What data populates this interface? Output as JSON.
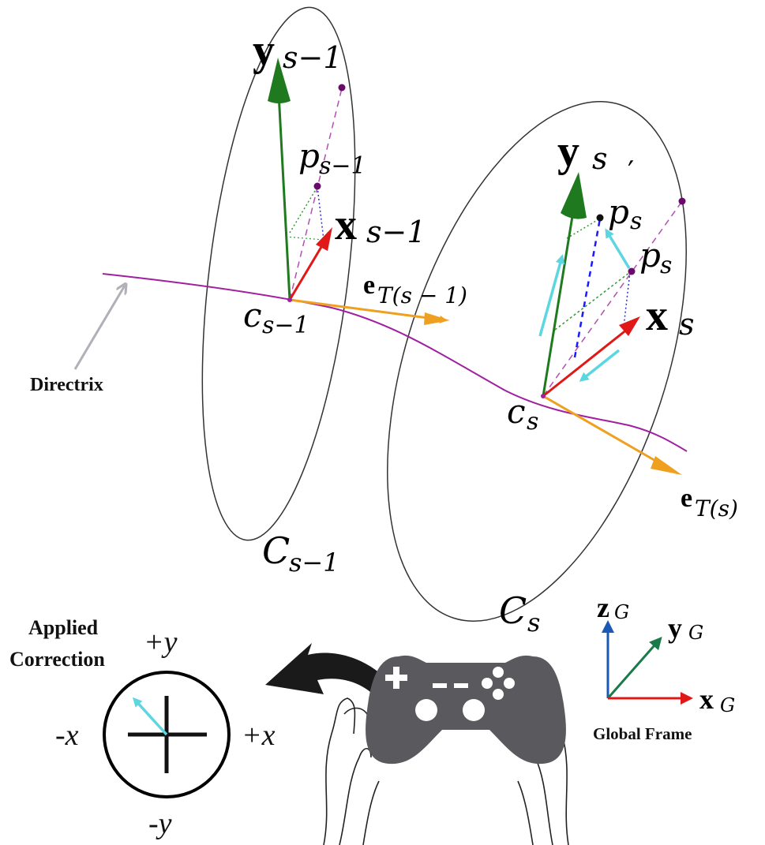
{
  "labels": {
    "y_prev": {
      "main": "y",
      "sub": "s−1"
    },
    "x_prev": {
      "main": "x",
      "sub": "s−1"
    },
    "p_prev": {
      "main": "p",
      "sub": "s−1"
    },
    "c_prev": {
      "main": "c",
      "sub": "s−1"
    },
    "e_prev": {
      "main": "e",
      "sub": "T(s − 1)"
    },
    "y_cur": {
      "main": "y",
      "sub": "s"
    },
    "x_cur": {
      "main": "x",
      "sub": "s"
    },
    "p_cur": {
      "main": "p",
      "sub": "s"
    },
    "p_prime": {
      "main": "p",
      "sub": "s",
      "prime": "′"
    },
    "c_cur": {
      "main": "c",
      "sub": "s"
    },
    "e_cur": {
      "main": "e",
      "sub": "T(s)"
    },
    "C_prev": {
      "main": "C",
      "sub": "s−1"
    },
    "C_cur": {
      "main": "C",
      "sub": "s"
    },
    "directrix": "Directrix",
    "applied_correction_line1": "Applied",
    "applied_correction_line2": "Correction",
    "plus_y": "+y",
    "minus_y": "-y",
    "plus_x": "+x",
    "minus_x": "-x",
    "global_frame": "Global Frame",
    "zG": {
      "main": "z",
      "sub": "G"
    },
    "yG": {
      "main": "y",
      "sub": "G"
    },
    "xG": {
      "main": "x",
      "sub": "G"
    }
  },
  "colors": {
    "green_axis": "#1f7a1f",
    "red_axis": "#e01818",
    "orange_tangent": "#f0a020",
    "purple_directrix": "#a020a0",
    "cyan_correction": "#5cd6e0",
    "blue_dashed": "#1a1aff",
    "gamepad": "#5a5a5e",
    "global_z": "#1a5ab4",
    "global_y": "#1a7a4a",
    "global_x": "#e01818",
    "directrix_arrow": "#b0b0b8"
  },
  "icons": [
    "gamepad-icon",
    "hands-icon",
    "curved-arrow-icon",
    "joystick-dial-icon"
  ]
}
